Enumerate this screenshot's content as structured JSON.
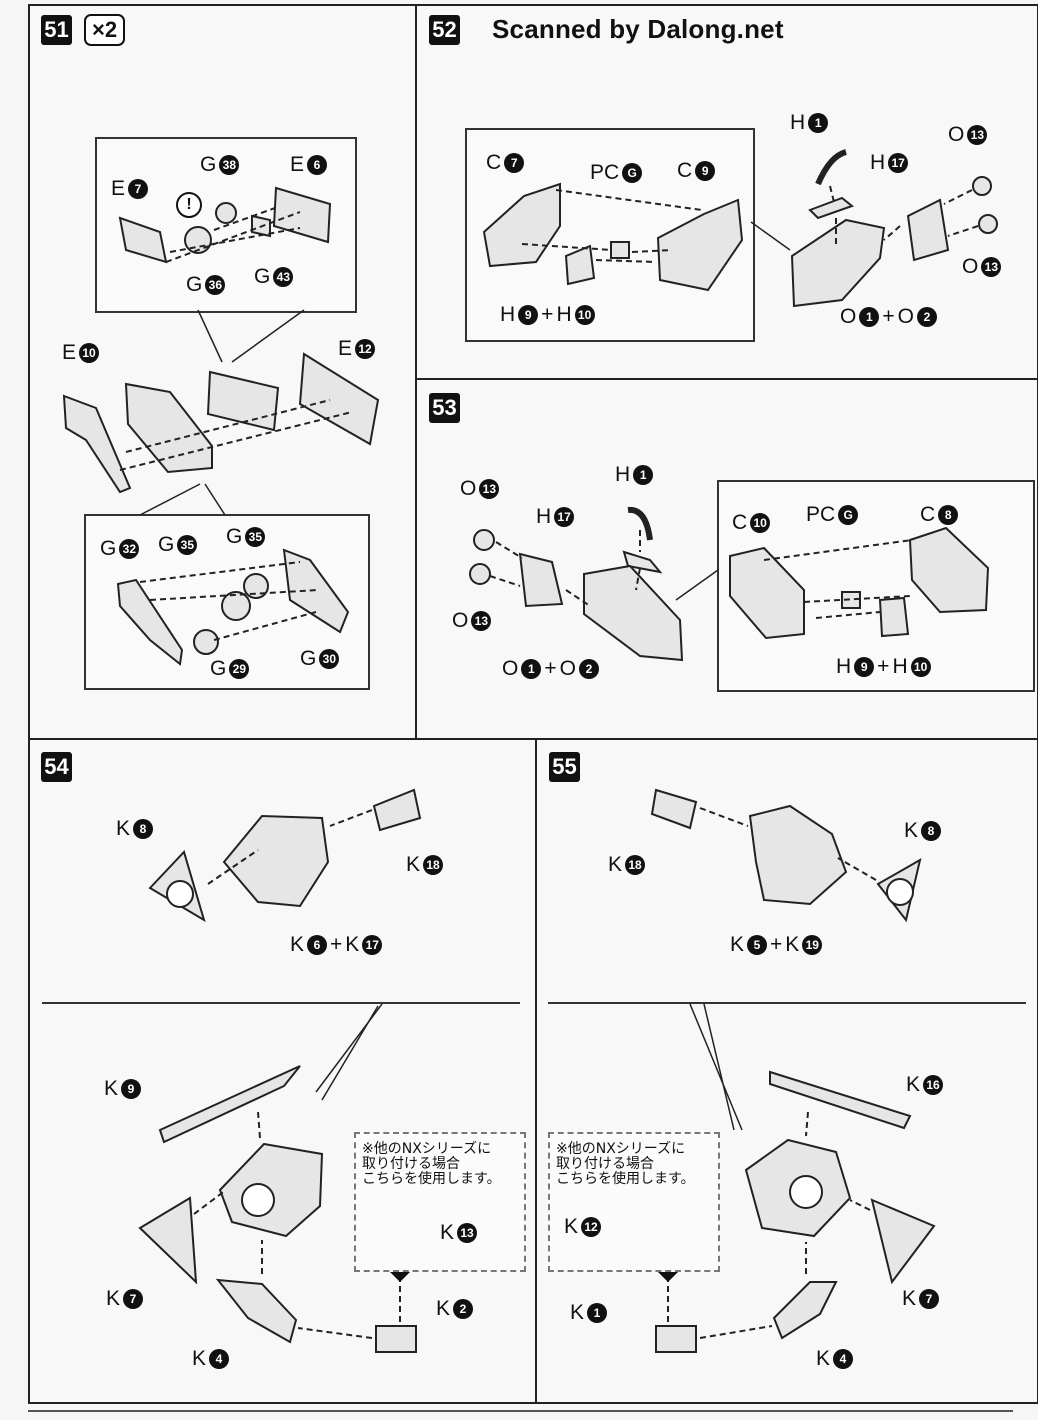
{
  "header": {
    "credit": "Scanned by Dalong.net"
  },
  "step51": {
    "number": "51",
    "multiplier": "×2",
    "caution_icon": "exclamation-icon",
    "labels": {
      "e7": {
        "prefix": "E",
        "n": "7"
      },
      "g38": {
        "prefix": "G",
        "n": "38"
      },
      "e6": {
        "prefix": "E",
        "n": "6"
      },
      "g36": {
        "prefix": "G",
        "n": "36"
      },
      "g43": {
        "prefix": "G",
        "n": "43"
      },
      "e10": {
        "prefix": "E",
        "n": "10"
      },
      "e12": {
        "prefix": "E",
        "n": "12"
      },
      "g32": {
        "prefix": "G",
        "n": "32"
      },
      "g35a": {
        "prefix": "G",
        "n": "35"
      },
      "g35b": {
        "prefix": "G",
        "n": "35"
      },
      "g29": {
        "prefix": "G",
        "n": "29"
      },
      "g30": {
        "prefix": "G",
        "n": "30"
      }
    }
  },
  "step52": {
    "number": "52",
    "labels": {
      "c7": {
        "prefix": "C",
        "n": "7"
      },
      "pcg": {
        "prefix": "PC",
        "n": "G"
      },
      "c9": {
        "prefix": "C",
        "n": "9"
      },
      "h9h10": {
        "a": "H",
        "an": "9",
        "plus": "+",
        "b": "H",
        "bn": "10"
      },
      "h1": {
        "prefix": "H",
        "n": "1"
      },
      "h17": {
        "prefix": "H",
        "n": "17"
      },
      "o13a": {
        "prefix": "O",
        "n": "13"
      },
      "o13b": {
        "prefix": "O",
        "n": "13"
      },
      "o1o2": {
        "a": "O",
        "an": "1",
        "plus": "+",
        "b": "O",
        "bn": "2"
      }
    }
  },
  "step53": {
    "number": "53",
    "labels": {
      "h1": {
        "prefix": "H",
        "n": "1"
      },
      "o13a": {
        "prefix": "O",
        "n": "13"
      },
      "h17": {
        "prefix": "H",
        "n": "17"
      },
      "o13b": {
        "prefix": "O",
        "n": "13"
      },
      "o1o2": {
        "a": "O",
        "an": "1",
        "plus": "+",
        "b": "O",
        "bn": "2"
      },
      "c10": {
        "prefix": "C",
        "n": "10"
      },
      "pcg": {
        "prefix": "PC",
        "n": "G"
      },
      "c8": {
        "prefix": "C",
        "n": "8"
      },
      "h9h10": {
        "a": "H",
        "an": "9",
        "plus": "+",
        "b": "H",
        "bn": "10"
      }
    }
  },
  "step54": {
    "number": "54",
    "labels": {
      "k8": {
        "prefix": "K",
        "n": "8"
      },
      "k18": {
        "prefix": "K",
        "n": "18"
      },
      "k6k17": {
        "a": "K",
        "an": "6",
        "plus": "+",
        "b": "K",
        "bn": "17"
      },
      "k9": {
        "prefix": "K",
        "n": "9"
      },
      "k7": {
        "prefix": "K",
        "n": "7"
      },
      "k4": {
        "prefix": "K",
        "n": "4"
      },
      "k2": {
        "prefix": "K",
        "n": "2"
      },
      "k13": {
        "prefix": "K",
        "n": "13"
      }
    },
    "note": "※他のNXシリーズに\n取り付ける場合\nこちらを使用します。"
  },
  "step55": {
    "number": "55",
    "labels": {
      "k18": {
        "prefix": "K",
        "n": "18"
      },
      "k8": {
        "prefix": "K",
        "n": "8"
      },
      "k5k19": {
        "a": "K",
        "an": "5",
        "plus": "+",
        "b": "K",
        "bn": "19"
      },
      "k16": {
        "prefix": "K",
        "n": "16"
      },
      "k12": {
        "prefix": "K",
        "n": "12"
      },
      "k7": {
        "prefix": "K",
        "n": "7"
      },
      "k1": {
        "prefix": "K",
        "n": "1"
      },
      "k4": {
        "prefix": "K",
        "n": "4"
      }
    },
    "note": "※他のNXシリーズに\n取り付ける場合\nこちらを使用します。"
  }
}
